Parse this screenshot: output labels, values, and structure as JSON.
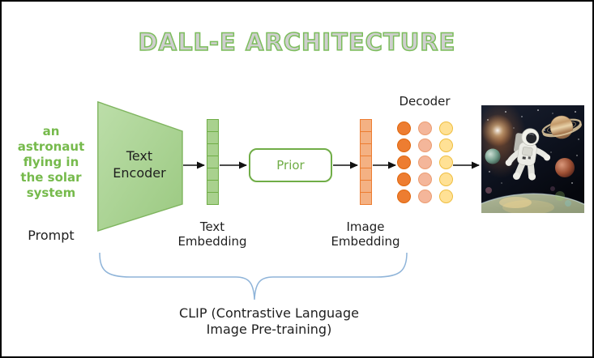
{
  "title": "DALL-E ARCHITECTURE",
  "colors": {
    "accent_green": "#70AD47",
    "green_fill": "#A9D18E",
    "accent_orange": "#ED7D31",
    "orange_fill": "#F4B183",
    "prompt_green": "#76BA4C",
    "title_fill": "#CFCFCF",
    "title_stroke": "#7CBD5C",
    "brace_blue": "#8FB4D9"
  },
  "prompt": {
    "lines": [
      "an",
      "astronaut",
      "flying in",
      "the solar",
      "system"
    ],
    "caption": "Prompt"
  },
  "text_encoder": {
    "lines": [
      "Text",
      "Encoder"
    ]
  },
  "text_embedding": {
    "lines": [
      "Text",
      "Embedding"
    ],
    "cell_count": 7
  },
  "prior": {
    "label": "Prior"
  },
  "image_embedding": {
    "lines": [
      "Image",
      "Embedding"
    ],
    "cell_count": 7
  },
  "decoder": {
    "label": "Decoder",
    "rows": 5,
    "columns": [
      {
        "fill": "#ED7D31",
        "border": "#E0670D"
      },
      {
        "fill": "#F4B69A",
        "border": "#EC9C71"
      },
      {
        "fill": "#FFE195",
        "border": "#EFBE40"
      }
    ]
  },
  "clip": {
    "lines": [
      "CLIP (Contrastive Language",
      "Image Pre-training)"
    ]
  },
  "generated_image": {
    "name": "astronaut-in-space-output"
  }
}
